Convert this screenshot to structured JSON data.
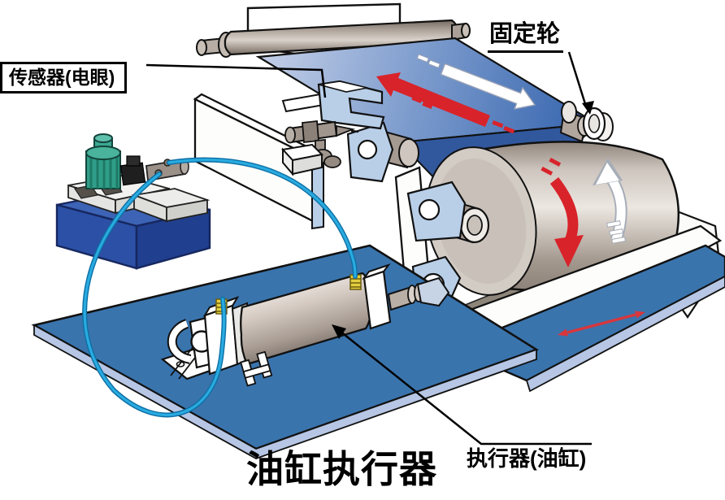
{
  "diagram": {
    "title": "油缸执行器",
    "labels": {
      "sensor": "传感器(电眼)",
      "fixed_wheel": "固定轮",
      "actuator": "执行器(油缸)"
    },
    "arrows": {
      "web_feed_red": "red arrow on web pointing up-left",
      "web_feed_white": "white arrow on web pointing down-right",
      "roll_rotation_red": "red curved arrow on roll face pointing down",
      "roll_rotation_white": "white curved arrow on roll face pointing up",
      "platform_travel_red": "red double-headed arrow along platform"
    },
    "colors": {
      "web_blue_light": "#b9c8e4",
      "web_blue_dark": "#2e5fab",
      "base_plate_blue": "#3a74ad",
      "plate_edge_light": "#b6c6e4",
      "tank_blue": "#2b50a6",
      "motor_green": "#2f9e88",
      "bracket_blue": "#b9cfe8",
      "roller_grey": "#b3a89f",
      "arrow_red": "#d8232a",
      "hose_cyan": "#29abe0",
      "outline_black": "#111111"
    }
  }
}
